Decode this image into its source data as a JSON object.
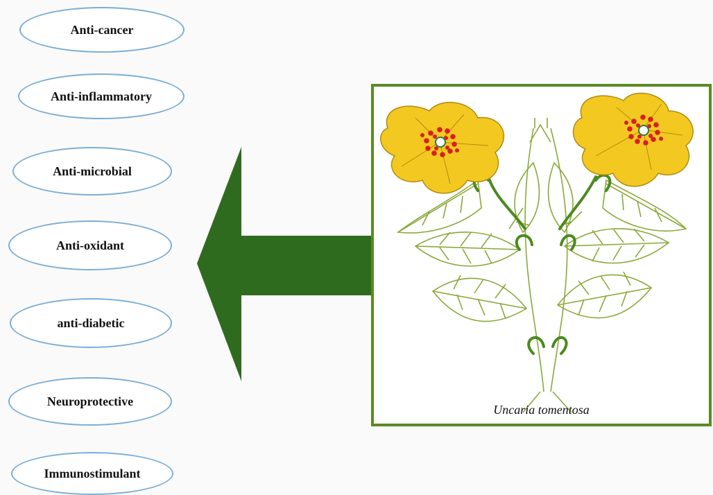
{
  "activities": [
    {
      "label": "Anti-cancer"
    },
    {
      "label": "Anti-inflammatory"
    },
    {
      "label": "Anti-microbial"
    },
    {
      "label": "Anti-oxidant"
    },
    {
      "label": "anti-diabetic"
    },
    {
      "label": "Neuroprotective"
    },
    {
      "label": "Immunostimulant"
    }
  ],
  "plant": {
    "name": "Uncaria tomentosa"
  },
  "colors": {
    "arrow": "#2f6b1f",
    "oval_border": "#7aaed6",
    "box_border": "#5a8a22",
    "petal": "#f3c921",
    "stamen": "#d81f1f",
    "leaf_stroke": "#8aa838",
    "stem": "#4a8a1e"
  }
}
